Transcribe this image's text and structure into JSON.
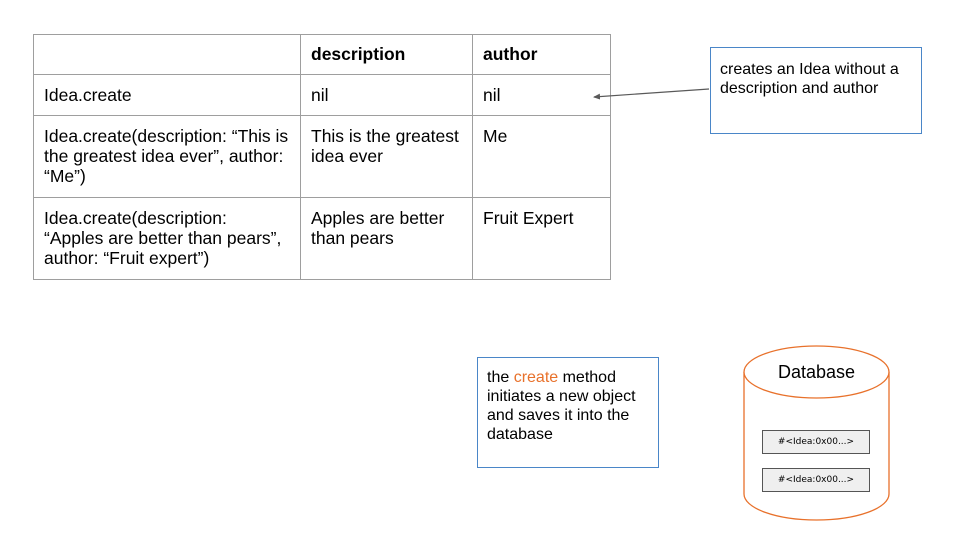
{
  "table": {
    "headers": [
      "",
      "description",
      "author"
    ],
    "rows": [
      [
        "Idea.create",
        "nil",
        "nil"
      ],
      [
        "Idea.create(description: “This is the greatest idea ever”, author: “Me”)",
        "This is the greatest idea ever",
        "Me"
      ],
      [
        "Idea.create(description: “Apples are better than pears”, author: “Fruit expert”)",
        "Apples are better than pears",
        "Fruit Expert"
      ]
    ]
  },
  "notes": {
    "top": "creates an Idea without a description and author",
    "bottom": {
      "before": "the ",
      "highlight": "create",
      "after": " method initiates a new object and saves it into the database"
    }
  },
  "database": {
    "label": "Database",
    "records": [
      "#<Idea:0x00...>",
      "#<Idea:0x00...>"
    ]
  },
  "colors": {
    "table_border": "#9e9e9e",
    "note_border": "#4a86c8",
    "highlight": "#e8712b",
    "cylinder_stroke": "#e8712b",
    "arrow": "#595959"
  }
}
